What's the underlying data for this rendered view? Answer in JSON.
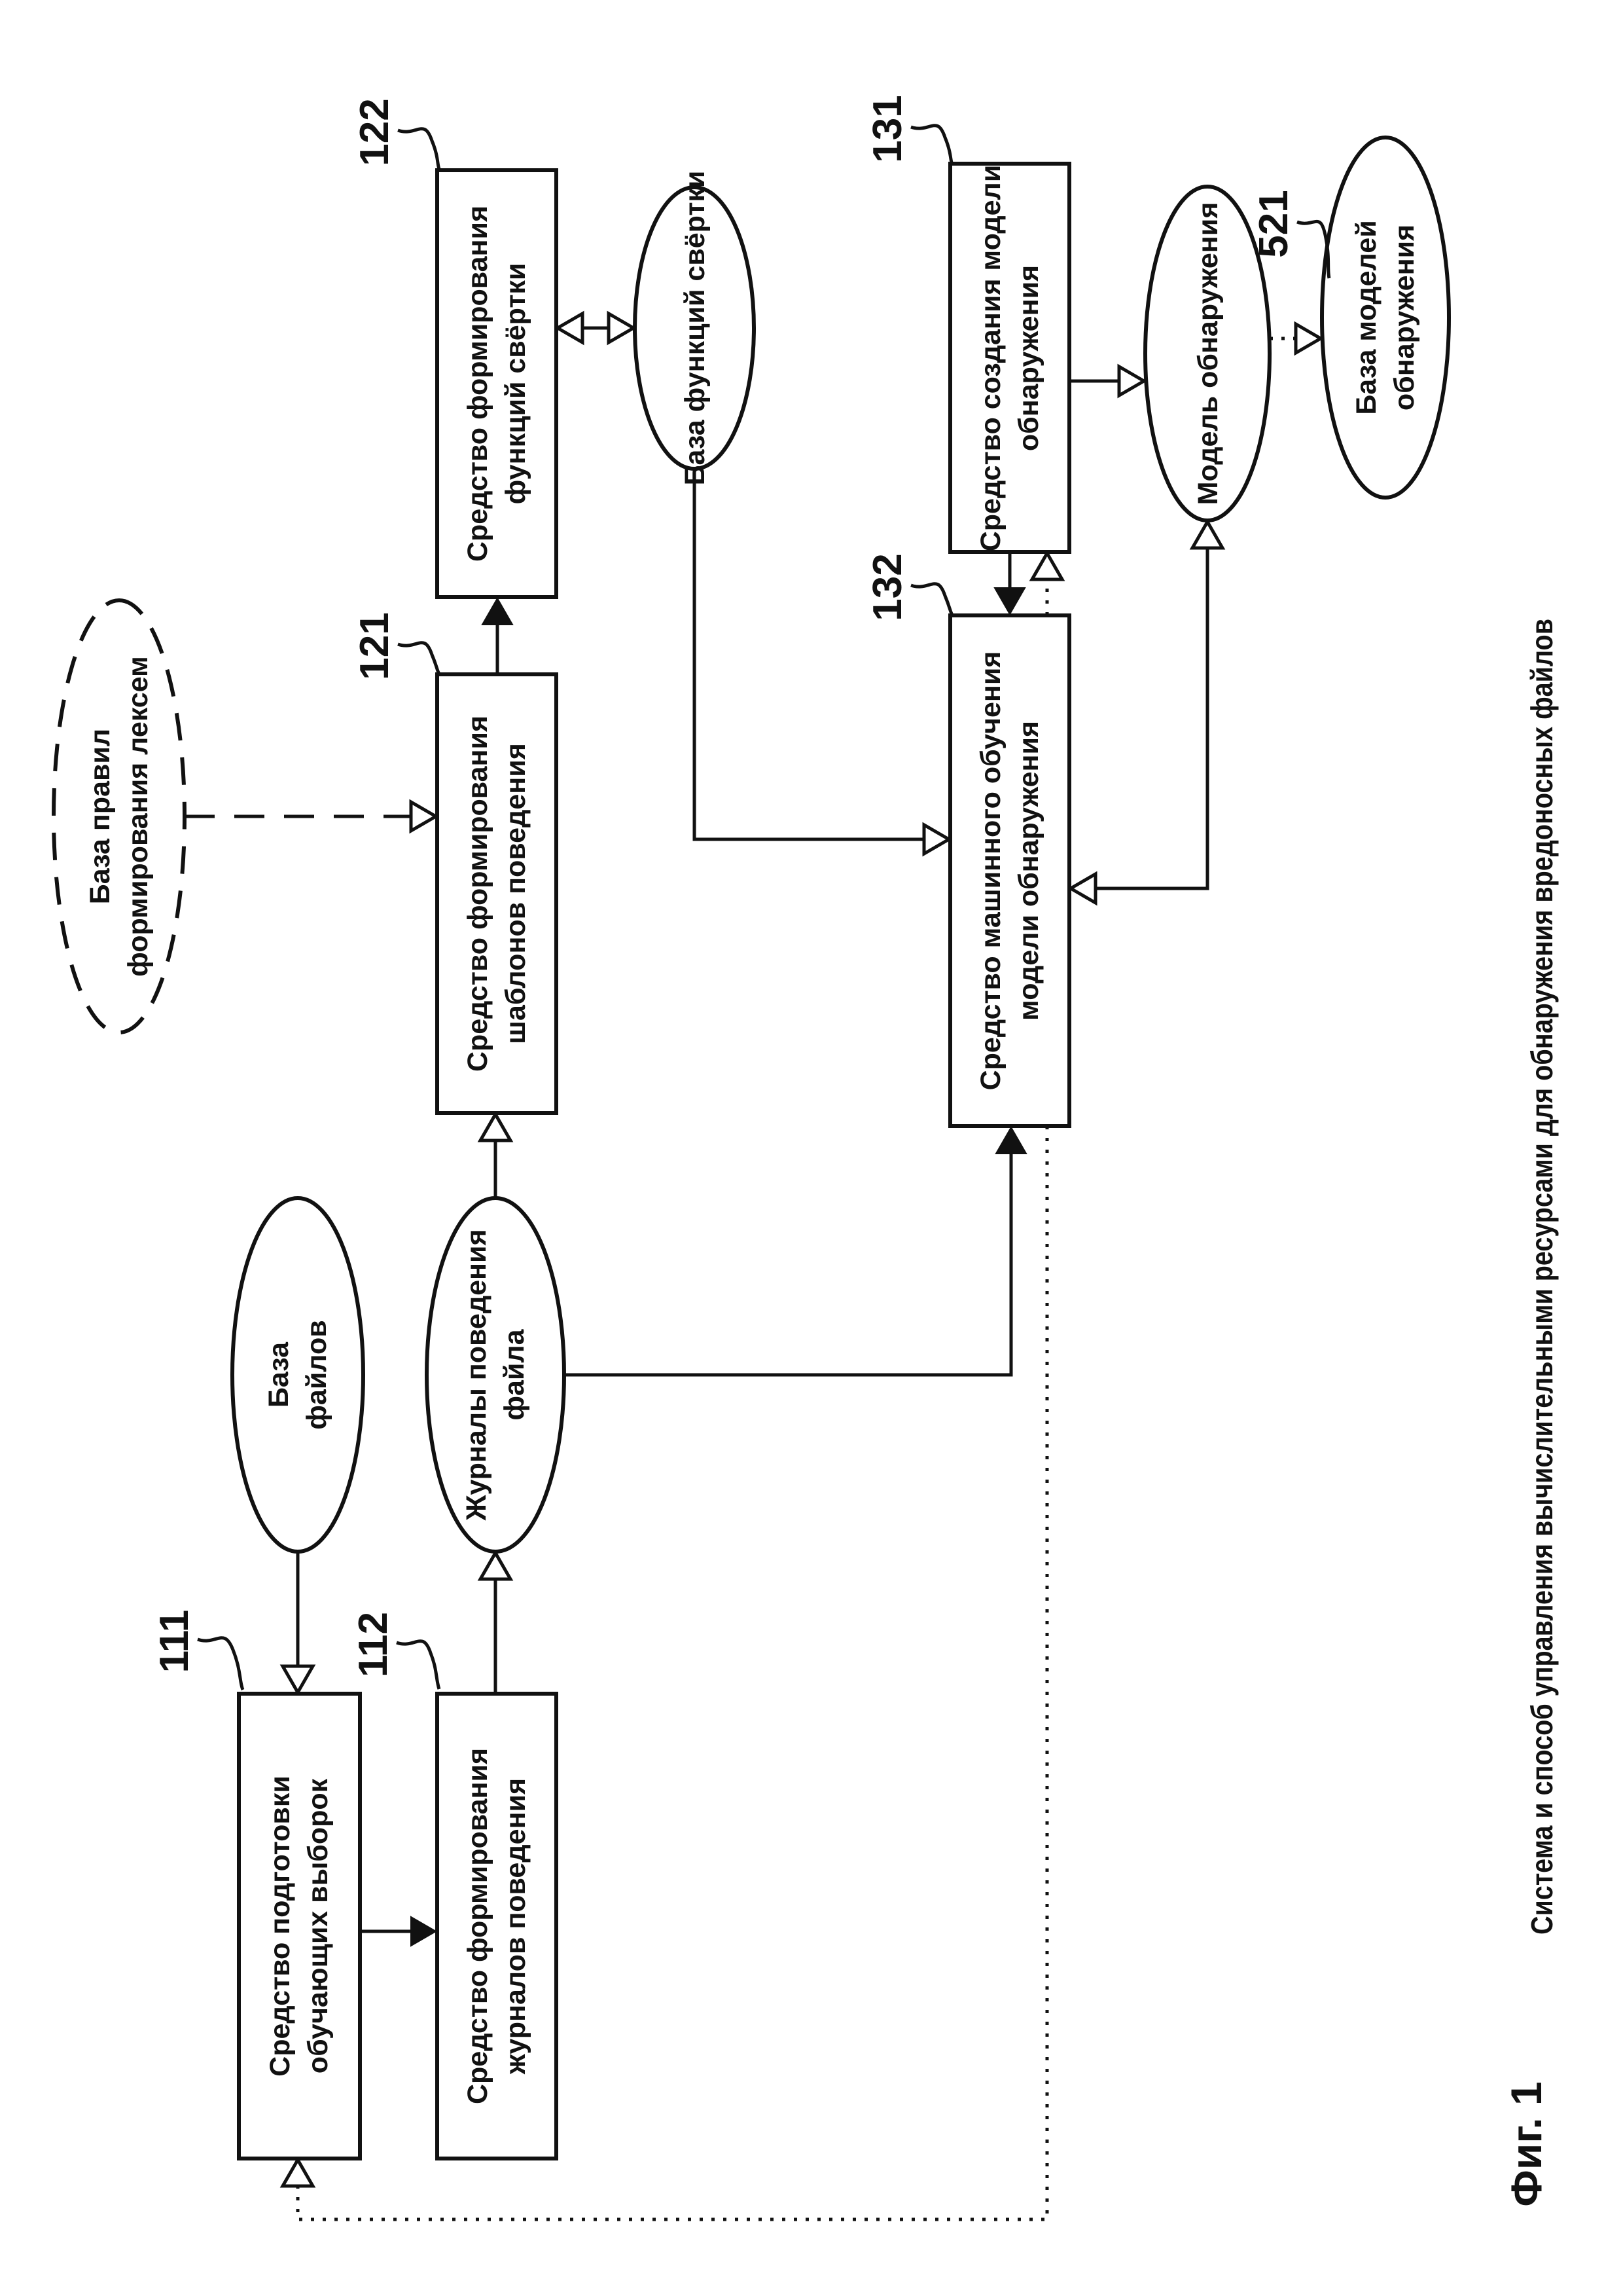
{
  "figure": {
    "caption": "Система и способ управления вычислительными ресурсами для обнаружения вредоносных файлов",
    "fig_label": "Фиг. 1"
  },
  "colors": {
    "ink": "#111111",
    "background": "#ffffff"
  },
  "nodes": {
    "b111": {
      "ref": "111",
      "lines": [
        "Средство подготовки",
        "обучающих выборок"
      ]
    },
    "b112": {
      "ref": "112",
      "lines": [
        "Средство формирования",
        "журналов поведения"
      ]
    },
    "b121": {
      "ref": "121",
      "lines": [
        "Средство формирования",
        "шаблонов поведения"
      ]
    },
    "b122": {
      "ref": "122",
      "lines": [
        "Средство формирования",
        "функций свёртки"
      ]
    },
    "b131": {
      "ref": "131",
      "lines": [
        "Средство создания модели",
        "обнаружения"
      ]
    },
    "b132": {
      "ref": "132",
      "lines": [
        "Средство машинного обучения",
        "модели обнаружения"
      ]
    },
    "files_db": {
      "lines": [
        "База",
        "файлов"
      ]
    },
    "behavior_logs": {
      "lines": [
        "Журналы поведения",
        "файла"
      ]
    },
    "lexeme_rules_db": {
      "lines": [
        "База правил",
        "формирования лексем"
      ]
    },
    "conv_functions_db": {
      "lines": [
        "База функций свёртки"
      ]
    },
    "detection_model": {
      "lines": [
        "Модель обнаружения"
      ]
    },
    "models_db": {
      "ref": "521",
      "lines": [
        "База моделей",
        "обнаружения"
      ]
    }
  }
}
